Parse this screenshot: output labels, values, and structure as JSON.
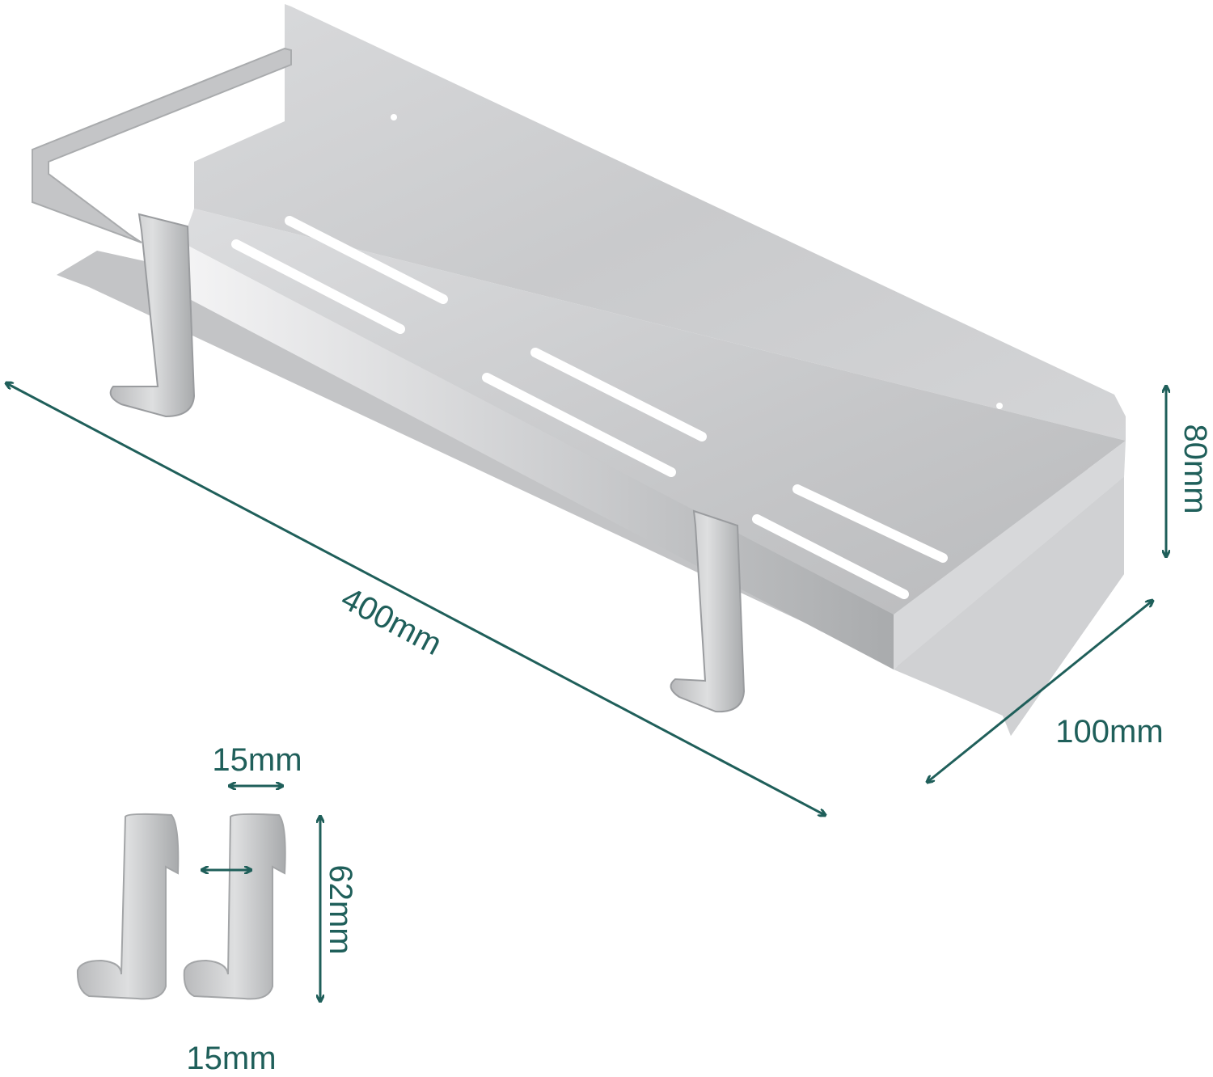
{
  "colors": {
    "annotation": "#1f5f5a",
    "steel_light": "#e6e7e8",
    "steel_mid": "#c8c9cb",
    "steel_dark": "#9fa1a4"
  },
  "dimensions": {
    "length": "400mm",
    "height": "80mm",
    "depth": "100mm",
    "hook_top_width": "15mm",
    "hook_height": "62mm",
    "hook_bottom_width": "15mm"
  }
}
